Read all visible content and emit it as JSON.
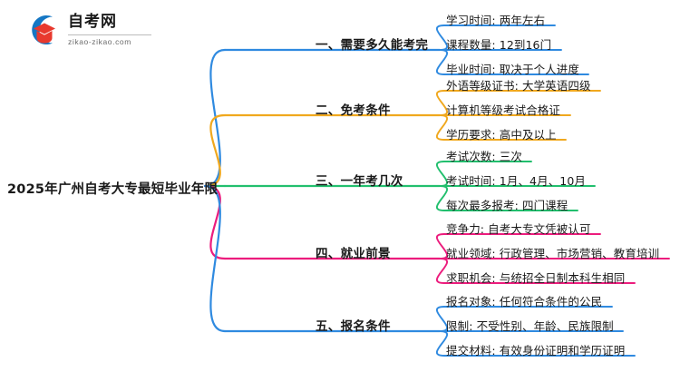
{
  "logo": {
    "name": "zikao-logo",
    "cn_text": "自考网",
    "url_text": "zikao-zikao.com",
    "mark_blue": "#1577c4",
    "mark_red": "#e8392e"
  },
  "mindmap": {
    "title": "2025年广州自考大专最短毕业年限",
    "branches": [
      {
        "label": "一、需要多久能考完",
        "color": "#2f8ae0",
        "children": [
          "学习时间: 两年左右",
          "课程数量: 12到16门",
          "毕业时间: 取决于个人进度"
        ]
      },
      {
        "label": "二、免考条件",
        "color": "#f0a81e",
        "children": [
          "外语等级证书: 大学英语四级",
          "计算机等级考试合格证",
          "学历要求: 高中及以上"
        ]
      },
      {
        "label": "三、一年考几次",
        "color": "#22bf6e",
        "children": [
          "考试次数: 三次",
          "考试时间: 1月、4月、10月",
          "每次最多报考: 四门课程"
        ]
      },
      {
        "label": "四、就业前景",
        "color": "#ec1c7d",
        "children": [
          "竞争力: 自考大专文凭被认可",
          "就业领域: 行政管理、市场营销、教育培训",
          "求职机会: 与统招全日制本科生相同"
        ]
      },
      {
        "label": "五、报名条件",
        "color": "#2f8ae0",
        "children": [
          "报名对象: 任何符合条件的公民",
          "限制: 不受性别、年龄、民族限制",
          "提交材料: 有效身份证明和学历证明"
        ]
      }
    ]
  }
}
